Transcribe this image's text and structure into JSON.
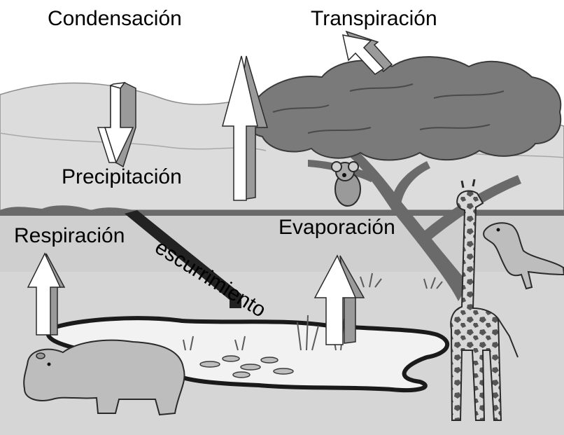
{
  "labels": {
    "condensation": "Condensación",
    "transpiration": "Transpiración",
    "precipitation": "Precipitación",
    "respiration": "Respiración",
    "evaporation": "Evaporación",
    "runoff": "escurrimiento"
  },
  "colors": {
    "sky": "#ffffff",
    "hills": "#dcdcdc",
    "ground": "#d6d6d6",
    "pond": "#f2f2f2",
    "pond_edge": "#1a1a1a",
    "tree_canopy": "#7a7a7a",
    "tree_trunk": "#6a6a6a",
    "arrow_face": "#ffffff",
    "arrow_side": "#9a9a9a"
  },
  "figures": [
    "acacia-tree",
    "koala",
    "giraffe",
    "hippo",
    "bird",
    "pond",
    "grass"
  ]
}
